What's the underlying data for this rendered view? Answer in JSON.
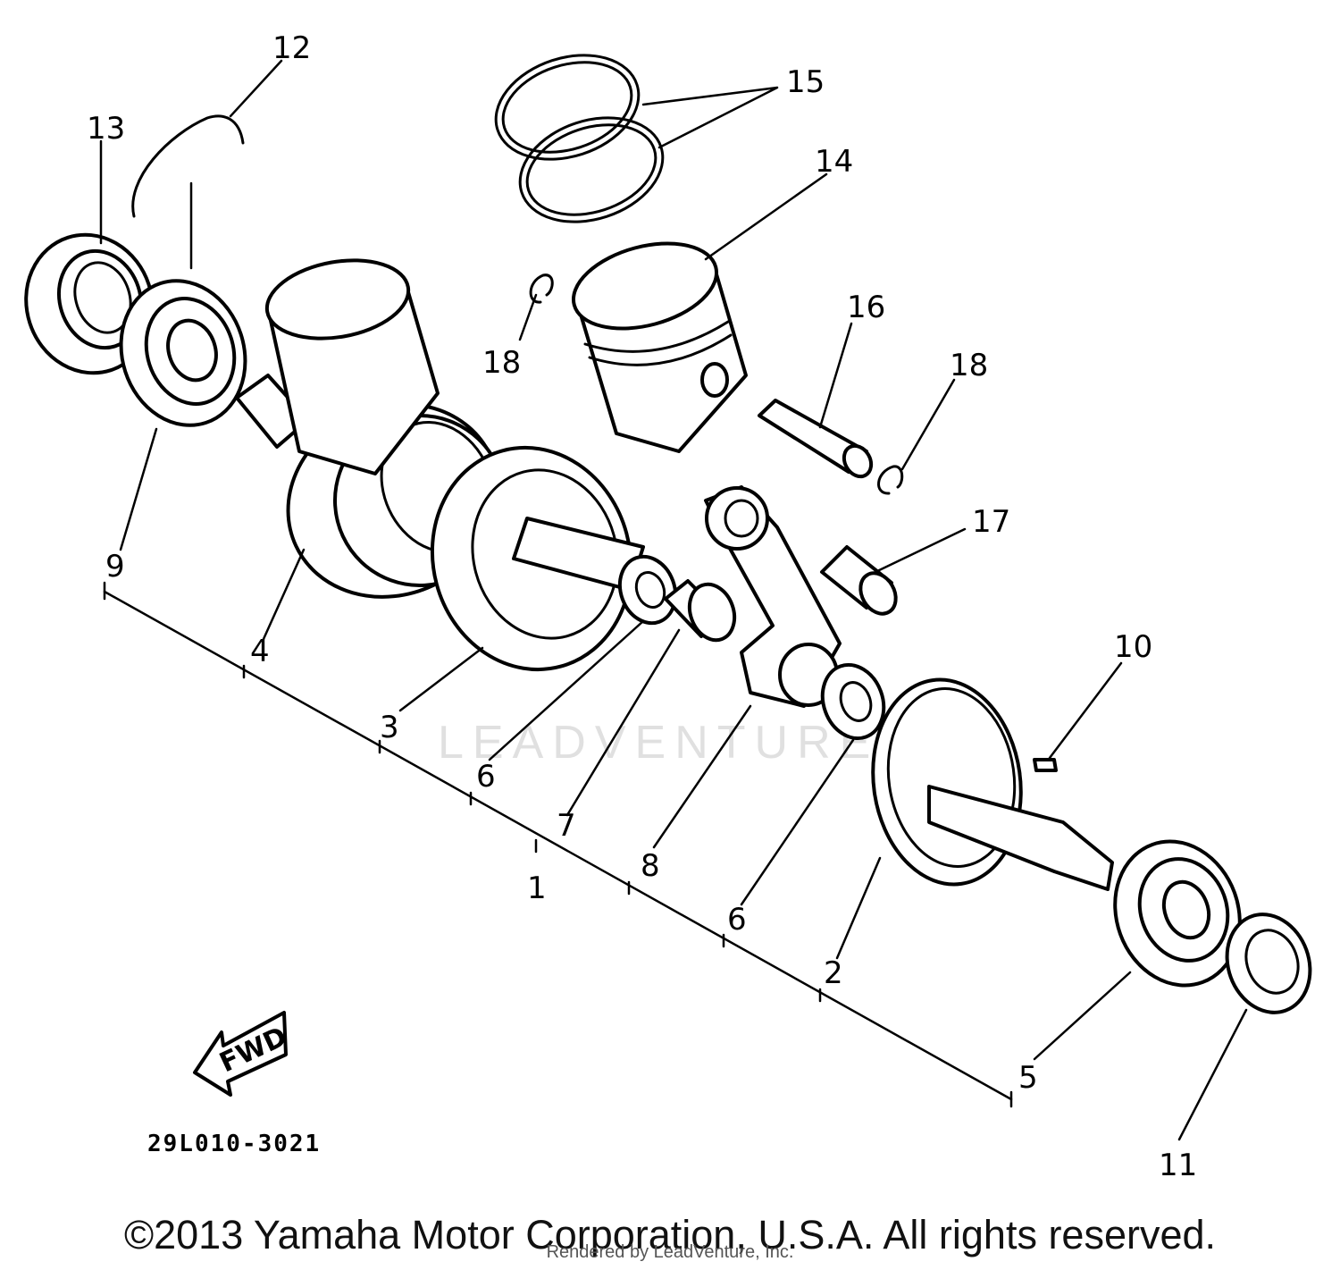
{
  "diagram": {
    "callouts": {
      "c1": "1",
      "c2": "2",
      "c3": "3",
      "c4": "4",
      "c5": "5",
      "c6a": "6",
      "c6b": "6",
      "c7": "7",
      "c8": "8",
      "c9": "9",
      "c10": "10",
      "c11": "11",
      "c12": "12",
      "c13": "13",
      "c14": "14",
      "c15": "15",
      "c16": "16",
      "c17": "17",
      "c18a": "18",
      "c18b": "18"
    },
    "fwd_label": "FWD",
    "part_code": "29L010-3021",
    "watermark": "LEADVENTURE"
  },
  "footer": {
    "copyright": "©2013 Yamaha Motor Corporation, U.S.A. All rights reserved.",
    "rendered_by": "Rendered by LeadVenture, Inc."
  }
}
